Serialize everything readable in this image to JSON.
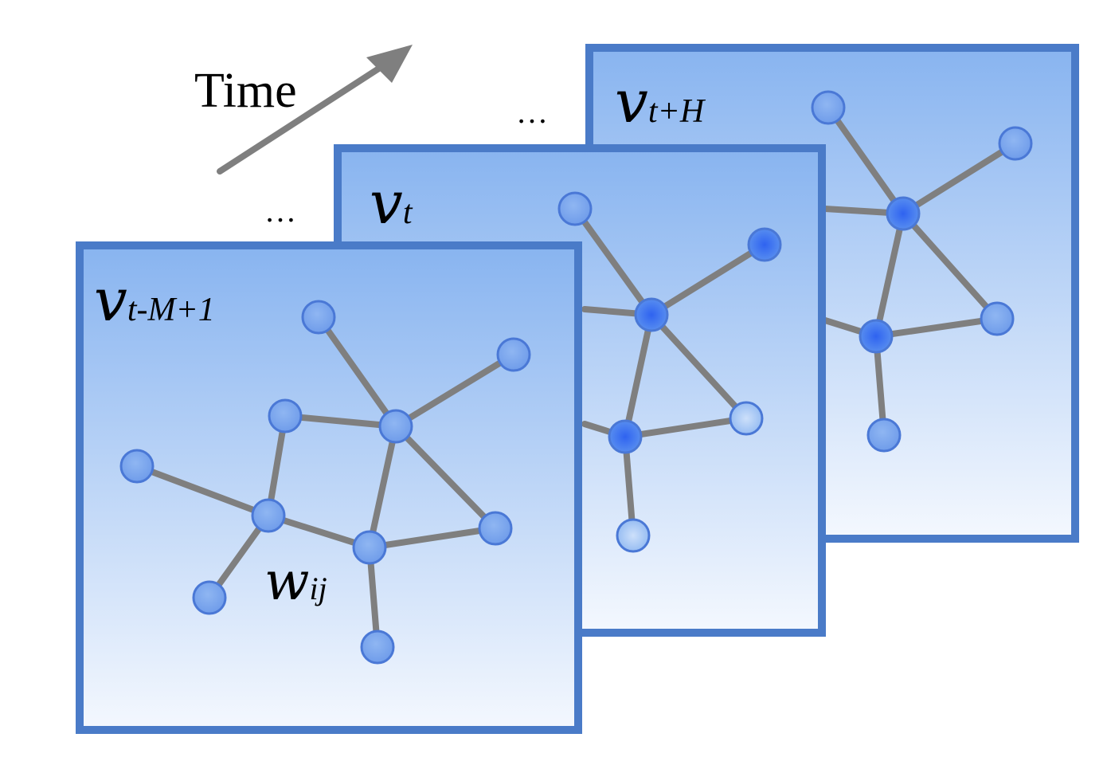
{
  "time_label": "Time",
  "ellipsis": "…",
  "frames": [
    {
      "name": "frame-future",
      "symbol": "v",
      "subscript": "t+H"
    },
    {
      "name": "frame-current",
      "symbol": "v",
      "subscript": "t"
    },
    {
      "name": "frame-past",
      "symbol": "v",
      "subscript": "t-M+1"
    }
  ],
  "edge_label": {
    "symbol": "w",
    "subscript": "ij"
  },
  "colors": {
    "frame_border": "#4a7bc8",
    "frame_fill_top": "#88b4f0",
    "frame_fill_bottom": "#f4f8fe",
    "edge": "#7f7f7f",
    "node_fill": "#7aa5ee",
    "node_hub_fill": "#3f7fef",
    "node_light_fill": "#a9c9f5",
    "arrow": "#7f7f7f"
  }
}
